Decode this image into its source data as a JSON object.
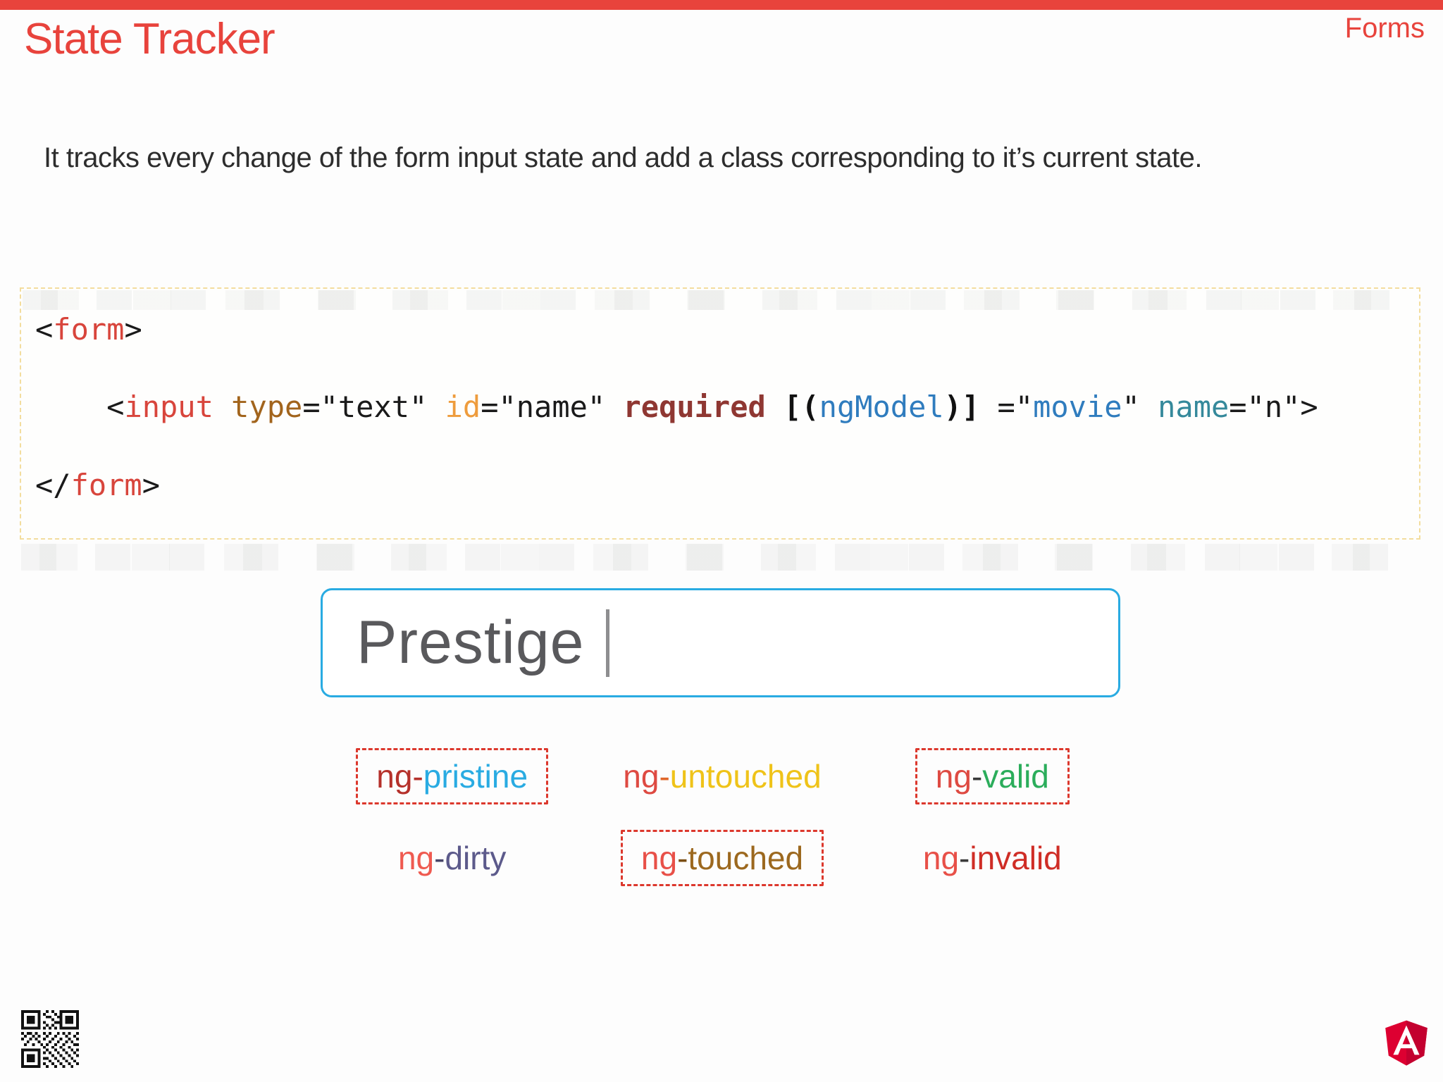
{
  "slide": {
    "header": {
      "title": "State Tracker",
      "corner_label": "Forms"
    },
    "description": "It tracks every change of the form input state and add a class corresponding to it’s current state.",
    "code": {
      "lines": [
        {
          "tokens": [
            {
              "text": "<"
            },
            {
              "text": "form"
            },
            {
              "text": ">"
            }
          ]
        },
        {
          "tokens": [
            {
              "text": "    <"
            },
            {
              "text": "input"
            },
            {
              "text": " "
            },
            {
              "text": "type"
            },
            {
              "text": "=\"text\" "
            },
            {
              "text": "id"
            },
            {
              "text": "=\"name\" "
            },
            {
              "text": "required"
            },
            {
              "text": " [("
            },
            {
              "text": "ngModel"
            },
            {
              "text": ")]"
            },
            {
              "text": " =\""
            },
            {
              "text": "movie"
            },
            {
              "text": "\" "
            },
            {
              "text": "name"
            },
            {
              "text": "=\"n\">"
            }
          ]
        },
        {
          "tokens": [
            {
              "text": "</"
            },
            {
              "text": "form"
            },
            {
              "text": ">"
            }
          ]
        }
      ]
    },
    "demo_input": {
      "value": "Prestige"
    },
    "state_labels": {
      "rows": [
        [
          {
            "prefix": "ng",
            "hyphen": "-",
            "word": "pristine",
            "boxed": true
          },
          {
            "prefix": "ng",
            "hyphen": "-",
            "word": "untouched",
            "boxed": false
          },
          {
            "prefix": "ng",
            "hyphen": "-",
            "word": "valid",
            "boxed": true
          }
        ],
        [
          {
            "prefix": "ng",
            "hyphen": "-",
            "word": "dirty",
            "boxed": false
          },
          {
            "prefix": "ng",
            "hyphen": "-",
            "word": "touched",
            "boxed": true
          },
          {
            "prefix": "ng",
            "hyphen": "-",
            "word": "invalid",
            "boxed": false
          }
        ]
      ]
    },
    "footer": {
      "icons": [
        "qr-code-icon",
        "angular-logo-icon"
      ]
    }
  },
  "colors": {
    "accent_red": "#E8433C",
    "code_border_yellow": "#F3DD9E",
    "input_border_cyan": "#29ABE2",
    "input_text_gray": "#59595C",
    "label_box_dashed_red": "#DC382D",
    "ng_prefix_red": "#DE4A42",
    "pristine_blue": "#29ABE2",
    "untouched_gold": "#EFC319",
    "valid_green": "#2BAD5B",
    "dirty_purple": "#5C5A8B",
    "touched_brown": "#9C681E",
    "invalid_crimson": "#CF2D26",
    "code_tag_red": "#D8453C",
    "code_attr_brown": "#A2641C",
    "code_attr_orange": "#EE9C3D",
    "code_keyword_maroon": "#8F3732",
    "code_binding_blue": "#2F7CBE",
    "code_name_teal": "#35899B",
    "angular_logo_red": "#DD0031",
    "angular_logo_dark_red": "#C3002F"
  }
}
